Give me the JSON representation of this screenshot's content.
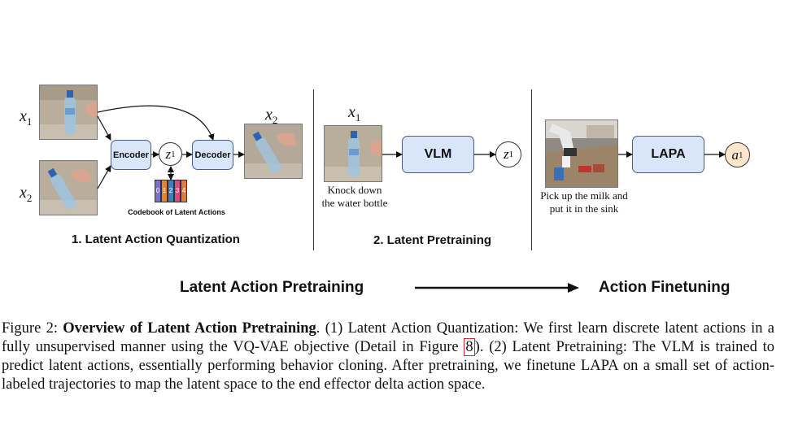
{
  "figure": {
    "labels": {
      "x1_left": "x",
      "x1_left_sub": "1",
      "x2_left": "x",
      "x2_left_sub": "2",
      "x2_output": "x",
      "x2_output_sub": "2",
      "x1_middle": "x",
      "x1_middle_sub": "1"
    },
    "stage1": {
      "encoder": "Encoder",
      "decoder": "Decoder",
      "z1": "z",
      "z1_sub": "1",
      "codebook_cells": [
        "0",
        "1",
        "2",
        "3",
        "4"
      ],
      "codebook_colors": [
        "#7c6fc9",
        "#e4842f",
        "#3f7fbf",
        "#d84a7c",
        "#e07b3b"
      ],
      "codebook_label": "Codebook of Latent Actions",
      "title": "1. Latent Action Quantization"
    },
    "stage2": {
      "vlm": "VLM",
      "z1": "z",
      "z1_sub": "1",
      "instruction_line1": "Knock down",
      "instruction_line2": "the water bottle",
      "title": "2. Latent Pretraining"
    },
    "stage3": {
      "lapa": "LAPA",
      "a1": "a",
      "a1_sub": "1",
      "instruction_line1": "Pick up the milk and",
      "instruction_line2": "put it in the sink"
    },
    "bottom": {
      "left": "Latent Action Pretraining",
      "right": "Action Finetuning"
    },
    "colors": {
      "box_fill": "#d9e6fa",
      "box_border": "#4a5d86",
      "action_fill": "#fde6cc"
    }
  },
  "caption": {
    "prefix": "Figure 2: ",
    "bold": "Overview of Latent Action Pretraining",
    "part1": ". (1) Latent Action Quantization: We first learn discrete latent actions in a fully unsupervised manner using the VQ-VAE objective (Detail in Figure ",
    "figref": "8",
    "part2": "). (2) Latent Pretraining: The VLM is trained to predict latent actions, essentially performing behavior cloning. After pretraining, we finetune LAPA on a small set of action-labeled trajectories to map the latent space to the end effector delta action space."
  }
}
